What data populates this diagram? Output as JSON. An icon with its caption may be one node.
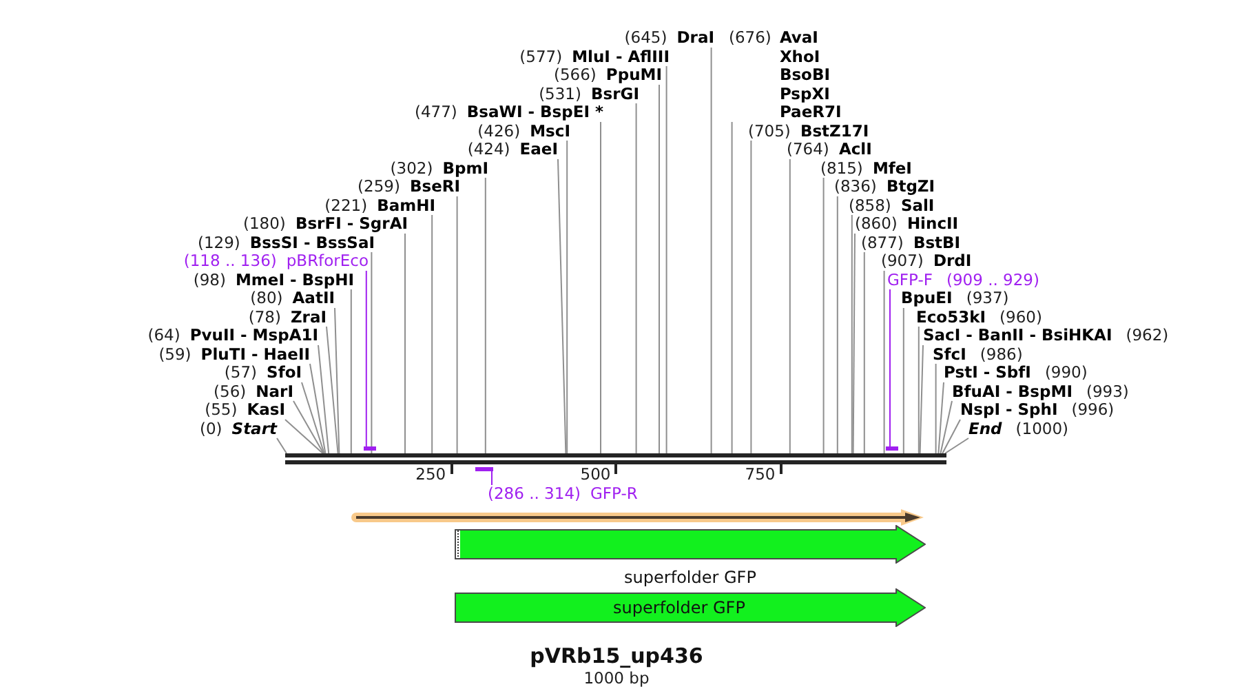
{
  "diagram": {
    "title": "pVRb15_up436",
    "nodes": [
      {
        "text": [
          "(0)",
          "Start"
        ]
      },
      {
        "text": [
          "(55)",
          "KasI"
        ]
      },
      {
        "text": [
          "(56)",
          "NarI"
        ]
      },
      {
        "text": [
          "(57)",
          "SfoI"
        ]
      },
      {
        "text": [
          "(59)",
          "PluTI - HaeII"
        ]
      },
      {
        "text": [
          "(64)",
          "PvuII - MspA1I"
        ]
      },
      {
        "text": [
          "(78)",
          "ZraI"
        ]
      },
      {
        "text": [
          "(80)",
          "AatII"
        ]
      },
      {
        "text": [
          "(98)",
          "MmeI - BspHI"
        ]
      },
      {
        "text": [
          "(118 .. 136)",
          "pBRforEco"
        ]
      },
      {
        "text": [
          "(129)",
          "BssSI - BssSaI"
        ]
      },
      {
        "text": [
          "(180)",
          "BsrFI - SgrAI"
        ]
      },
      {
        "text": [
          "(221)",
          "BamHI"
        ]
      },
      {
        "text": [
          "(259)",
          "BseRI"
        ]
      },
      {
        "text": [
          "(302)",
          "BpmI"
        ]
      },
      {
        "text": [
          "(286 .. 314)",
          "GFP-R"
        ]
      },
      {
        "text": [
          "(424)",
          "EaeI"
        ]
      },
      {
        "text": [
          "(426)",
          "MscI"
        ]
      },
      {
        "text": [
          "(477)",
          "BsaWI - BspEI *"
        ]
      },
      {
        "text": [
          "(531)",
          "BsrGI"
        ]
      },
      {
        "text": [
          "(566)",
          "PpuMI"
        ]
      },
      {
        "text": [
          "(577)",
          "MluI - AflIII"
        ]
      },
      {
        "text": [
          "(645)",
          "DraI"
        ]
      },
      {
        "text": [
          "(676)",
          "AvaI",
          "XhoI",
          "BsoBI",
          "PspXI",
          "PaeR7I"
        ]
      },
      {
        "text": [
          "(705)",
          "BstZ17I"
        ]
      },
      {
        "text": [
          "(764)",
          "AclI"
        ]
      },
      {
        "text": [
          "(815)",
          "MfeI"
        ]
      },
      {
        "text": [
          "(836)",
          "BtgZI"
        ]
      },
      {
        "text": [
          "(858)",
          "SalI"
        ]
      },
      {
        "text": [
          "(860)",
          "HincII"
        ]
      },
      {
        "text": [
          "(877)",
          "BstBI"
        ]
      },
      {
        "text": [
          "(907)",
          "DrdI"
        ]
      },
      {
        "text": [
          "GFP-F",
          "(909 .. 929)"
        ]
      },
      {
        "text": [
          "BpuEI",
          "(937)"
        ]
      },
      {
        "text": [
          "Eco53kI",
          "(960)"
        ]
      },
      {
        "text": [
          "SacI - BanII - BsiHKAI",
          "(962)"
        ]
      },
      {
        "text": [
          "SfcI",
          "(986)"
        ]
      },
      {
        "text": [
          "PstI - SbfI",
          "(990)"
        ]
      },
      {
        "text": [
          "BfuAI - BspMI",
          "(993)"
        ]
      },
      {
        "text": [
          "NspI - SphI",
          "(996)"
        ]
      },
      {
        "text": [
          "End",
          "(1000)"
        ]
      },
      {
        "text": [],
        "shape": "bar"
      },
      {
        "text": [],
        "shape": "bar"
      },
      {
        "text": [],
        "shape": "bar"
      },
      {
        "text": [],
        "shape": "bar"
      },
      {
        "text": [],
        "shape": "arrow"
      },
      {
        "text": [
          "superfolder GFP"
        ]
      },
      {
        "text": [
          "superfolder GFP"
        ]
      }
    ],
    "edges": [
      {
        "from": 0,
        "to": 41,
        "arrow": "none"
      },
      {
        "from": 1,
        "to": 41,
        "arrow": "none"
      },
      {
        "from": 2,
        "to": 41,
        "arrow": "none"
      },
      {
        "from": 3,
        "to": 41,
        "arrow": "none"
      },
      {
        "from": 4,
        "to": 41,
        "arrow": "none"
      },
      {
        "from": 5,
        "to": 41,
        "arrow": "none"
      },
      {
        "from": 6,
        "to": 41,
        "arrow": "none"
      },
      {
        "from": 7,
        "to": 41,
        "arrow": "none"
      },
      {
        "from": 8,
        "to": 41,
        "arrow": "none"
      },
      {
        "from": 9,
        "to": 42,
        "arrow": "none",
        "color": "#a020f0"
      },
      {
        "from": 10,
        "to": 41,
        "arrow": "none"
      },
      {
        "from": 11,
        "to": 41,
        "arrow": "none"
      },
      {
        "from": 12,
        "to": 41,
        "arrow": "none"
      },
      {
        "from": 13,
        "to": 41,
        "arrow": "none"
      },
      {
        "from": 14,
        "to": 41,
        "arrow": "none"
      },
      {
        "from": 15,
        "to": 43,
        "arrow": "none",
        "color": "#a020f0"
      },
      {
        "from": 16,
        "to": 41,
        "arrow": "none"
      },
      {
        "from": 17,
        "to": 41,
        "arrow": "none"
      },
      {
        "from": 18,
        "to": 41,
        "arrow": "none"
      },
      {
        "from": 19,
        "to": 41,
        "arrow": "none"
      },
      {
        "from": 20,
        "to": 41,
        "arrow": "none"
      },
      {
        "from": 21,
        "to": 41,
        "arrow": "none"
      },
      {
        "from": 22,
        "to": 41,
        "arrow": "none"
      },
      {
        "from": 23,
        "to": 41,
        "arrow": "none"
      },
      {
        "from": 24,
        "to": 41,
        "arrow": "none"
      },
      {
        "from": 25,
        "to": 41,
        "arrow": "none"
      },
      {
        "from": 26,
        "to": 41,
        "arrow": "none"
      },
      {
        "from": 27,
        "to": 41,
        "arrow": "none"
      },
      {
        "from": 28,
        "to": 41,
        "arrow": "none"
      },
      {
        "from": 29,
        "to": 41,
        "arrow": "none"
      },
      {
        "from": 30,
        "to": 41,
        "arrow": "none"
      },
      {
        "from": 31,
        "to": 41,
        "arrow": "none"
      },
      {
        "from": 32,
        "to": 44,
        "arrow": "none",
        "color": "#a020f0"
      },
      {
        "from": 33,
        "to": 41,
        "arrow": "none"
      },
      {
        "from": 34,
        "to": 41,
        "arrow": "none"
      },
      {
        "from": 35,
        "to": 41,
        "arrow": "none"
      },
      {
        "from": 36,
        "to": 41,
        "arrow": "none"
      },
      {
        "from": 37,
        "to": 41,
        "arrow": "none"
      },
      {
        "from": 38,
        "to": 41,
        "arrow": "none"
      },
      {
        "from": 39,
        "to": 41,
        "arrow": "none"
      },
      {
        "from": 40,
        "to": 41,
        "arrow": "none"
      }
    ],
    "labels": [
      "250",
      "500",
      "750",
      "1000 bp"
    ]
  }
}
